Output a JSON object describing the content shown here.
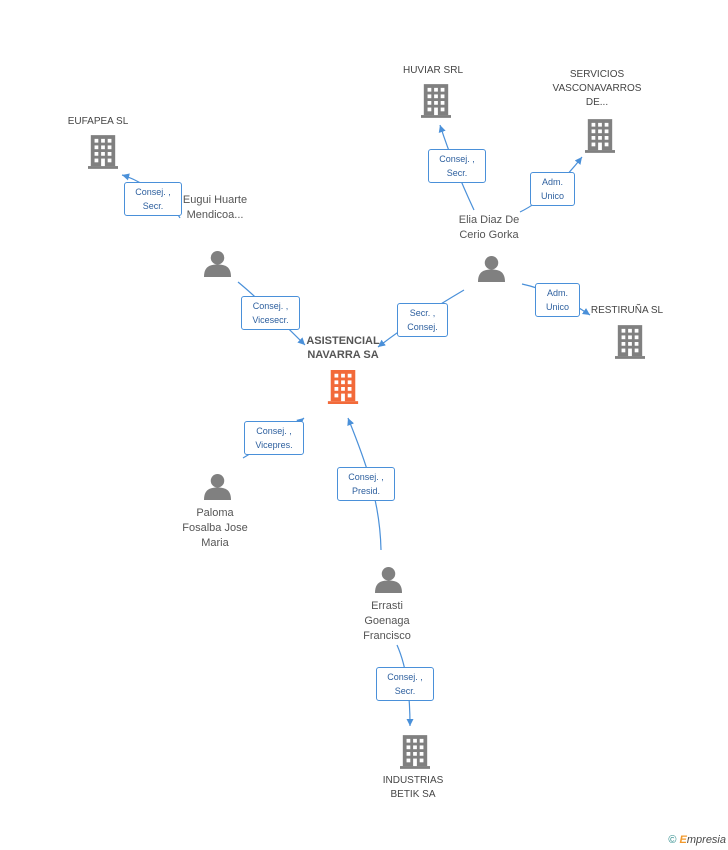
{
  "main_company": {
    "name": "ASISTENCIAL NAVARRA SA",
    "color": "#f26a3a"
  },
  "companies": {
    "eufapea": "EUFAPEA SL",
    "huviar": "HUVIAR SRL",
    "servicios": "SERVICIOS VASCONAVARROS DE...",
    "restiruna": "RESTIRUÑA SL",
    "industrias": "INDUSTRIAS BETIK SA"
  },
  "people": {
    "eugui": "Eugui Huarte Mendicoa...",
    "elia": "Elia Diaz De Cerio Gorka",
    "paloma": "Paloma Fosalba Jose Maria",
    "errasti": "Errasti Goenaga Francisco"
  },
  "relations": {
    "eugui_eufapea": [
      "Consej. ,",
      "Secr."
    ],
    "eugui_main": [
      "Consej. ,",
      "Vicesecr."
    ],
    "elia_huviar": [
      "Consej. ,",
      "Secr."
    ],
    "elia_servicios": [
      "Adm.",
      "Unico"
    ],
    "elia_restiruna": [
      "Adm.",
      "Unico"
    ],
    "elia_main": [
      "Secr. ,",
      "Consej."
    ],
    "paloma_main": [
      "Consej. ,",
      "Vicepres."
    ],
    "errasti_main": [
      "Consej. ,",
      "Presid."
    ],
    "errasti_industrias": [
      "Consej. ,",
      "Secr."
    ]
  },
  "colors": {
    "edge": "#4a90d9",
    "node": "#808080",
    "main": "#f26a3a"
  },
  "brand": {
    "copyright": "©",
    "e": "E",
    "rest": "mpresia"
  }
}
